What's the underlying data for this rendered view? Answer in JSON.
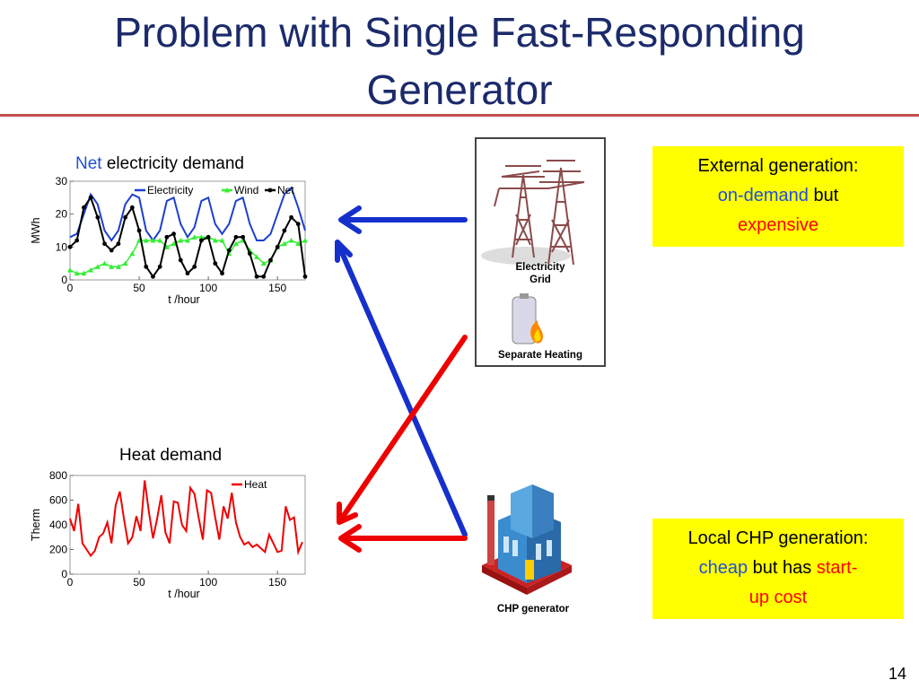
{
  "slide": {
    "title_line1": "Problem with Single Fast-Responding",
    "title_line2": "Generator",
    "page_number": "14"
  },
  "elec_chart_title": {
    "net": "Net",
    "rest": " electricity demand"
  },
  "heat_chart_title": "Heat demand",
  "grid_box": {
    "electricity_label_1": "Electricity",
    "electricity_label_2": "Grid",
    "heating_label": "Separate Heating"
  },
  "chp_label": "CHP generator",
  "external_box": {
    "line1": "External generation:",
    "on_demand": "on-demand",
    "but": " but",
    "expensive": "expensive"
  },
  "local_box": {
    "line1": "Local CHP generation:",
    "cheap": "cheap",
    "but_has": " but has ",
    "startup_a": "start-",
    "startup_b": "up cost"
  },
  "colors": {
    "title": "#1b2a6b",
    "rule": "#c0504d",
    "blue": "#1f4fd8",
    "red": "#ff0000",
    "box": "#ffff00",
    "wind": "#33ee33"
  },
  "chart_data": [
    {
      "type": "line",
      "ylabel": "MWh",
      "xlabel": "t /hour",
      "xlim": [
        0,
        170
      ],
      "ylim": [
        0,
        30
      ],
      "xticks": [
        "0",
        "50",
        "100",
        "150"
      ],
      "yticks": [
        "0",
        "10",
        "20",
        "30"
      ],
      "legend": "top",
      "series": [
        {
          "name": "Electricity",
          "color": "#1f3fd0",
          "x": [
            0,
            5,
            10,
            15,
            20,
            25,
            30,
            35,
            40,
            45,
            50,
            55,
            60,
            65,
            70,
            75,
            80,
            85,
            90,
            95,
            100,
            105,
            110,
            115,
            120,
            125,
            130,
            135,
            140,
            145,
            150,
            155,
            160,
            165,
            170
          ],
          "y": [
            13,
            14,
            20,
            26,
            23,
            15,
            12,
            15,
            23,
            26,
            25,
            15,
            12,
            15,
            24,
            25,
            17,
            13,
            16,
            24,
            25,
            17,
            14,
            17,
            24,
            25,
            17,
            12,
            12,
            14,
            20,
            26,
            28,
            22,
            15
          ]
        },
        {
          "name": "Wind",
          "color": "#33ee33",
          "x": [
            0,
            5,
            10,
            15,
            20,
            25,
            30,
            35,
            40,
            45,
            50,
            55,
            60,
            65,
            70,
            75,
            80,
            85,
            90,
            95,
            100,
            105,
            110,
            115,
            120,
            125,
            130,
            135,
            140,
            145,
            150,
            155,
            160,
            165,
            170
          ],
          "y": [
            3,
            2,
            2,
            3,
            4,
            5,
            4,
            4,
            5,
            8,
            12,
            12,
            12,
            12,
            10,
            11,
            12,
            12,
            13,
            13,
            13,
            12,
            12,
            8,
            11,
            12,
            9,
            7,
            5,
            6,
            10,
            11,
            12,
            11,
            12
          ]
        },
        {
          "name": "Net",
          "color": "#000000",
          "x": [
            0,
            5,
            10,
            15,
            20,
            25,
            30,
            35,
            40,
            45,
            50,
            55,
            60,
            65,
            70,
            75,
            80,
            85,
            90,
            95,
            100,
            105,
            110,
            115,
            120,
            125,
            130,
            135,
            140,
            145,
            150,
            155,
            160,
            165,
            170
          ],
          "y": [
            10,
            12,
            22,
            25,
            19,
            11,
            9,
            11,
            19,
            22,
            15,
            4,
            1,
            4,
            13,
            14,
            6,
            2,
            4,
            12,
            13,
            5,
            2,
            9,
            13,
            13,
            8,
            1,
            1,
            6,
            10,
            15,
            19,
            17,
            1
          ]
        }
      ]
    },
    {
      "type": "line",
      "ylabel": "Therm",
      "xlabel": "t /hour",
      "xlim": [
        0,
        170
      ],
      "ylim": [
        0,
        800
      ],
      "xticks": [
        "0",
        "50",
        "100",
        "150"
      ],
      "yticks": [
        "0",
        "200",
        "400",
        "600",
        "800"
      ],
      "legend": "top-right",
      "series": [
        {
          "name": "Heat",
          "color": "#ee0000",
          "x": [
            0,
            3,
            6,
            9,
            12,
            15,
            18,
            21,
            24,
            27,
            30,
            33,
            36,
            39,
            42,
            45,
            48,
            51,
            54,
            57,
            60,
            63,
            66,
            69,
            72,
            75,
            78,
            81,
            84,
            87,
            90,
            93,
            96,
            99,
            102,
            105,
            108,
            111,
            114,
            117,
            120,
            123,
            126,
            129,
            132,
            135,
            138,
            141,
            144,
            147,
            150,
            153,
            156,
            159,
            162,
            165,
            168
          ],
          "y": [
            450,
            350,
            570,
            250,
            200,
            150,
            190,
            300,
            330,
            420,
            250,
            560,
            670,
            450,
            250,
            300,
            470,
            350,
            760,
            510,
            290,
            450,
            640,
            340,
            250,
            590,
            580,
            400,
            350,
            700,
            650,
            460,
            280,
            680,
            660,
            460,
            280,
            550,
            450,
            660,
            420,
            300,
            240,
            260,
            220,
            240,
            210,
            180,
            320,
            250,
            180,
            190,
            550,
            440,
            460,
            180,
            260
          ]
        }
      ]
    }
  ]
}
